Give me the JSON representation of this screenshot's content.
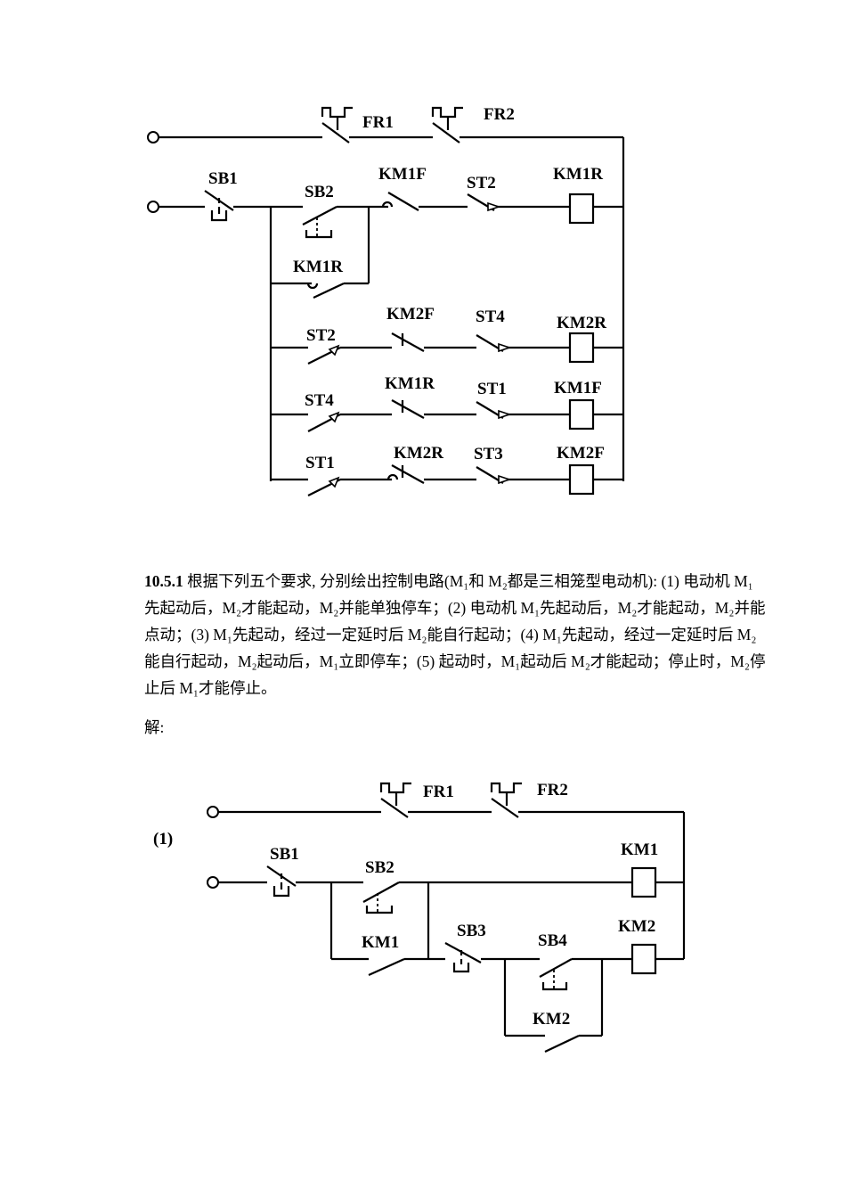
{
  "diagram1": {
    "labels": {
      "fr1": "FR1",
      "fr2": "FR2",
      "sb1": "SB1",
      "sb2": "SB2",
      "km1f_contact": "KM1F",
      "st2_contact": "ST2",
      "km1r_coil": "KM1R",
      "km1r_hold": "KM1R",
      "st2_row2": "ST2",
      "km2f_row2": "KM2F",
      "st4_row2": "ST4",
      "km2r_coil": "KM2R",
      "st4_row3": "ST4",
      "km1r_row3": "KM1R",
      "st1_row3": "ST1",
      "km1f_coil": "KM1F",
      "st1_row4": "ST1",
      "km2r_row4": "KM2R",
      "st3_row4": "ST3",
      "km2f_coil": "KM2F"
    }
  },
  "problem": {
    "number": "10.5.1",
    "text": "根据下列五个要求, 分别绘出控制电路(M₁和 M₂都是三相笼型电动机): (1) 电动机 M₁先起动后，M₂才能起动，M₂并能单独停车；(2) 电动机 M₁先起动后，M₂才能起动，M₂并能点动；(3) M₁先起动，经过一定延时后 M₂能自行起动；(4) M₁先起动，经过一定延时后 M₂能自行起动，M₂起动后，M₁立即停车；(5) 起动时，M₁起动后 M₂才能起动；停止时，M₂停止后 M₁才能停止。"
  },
  "answer_label": "解:",
  "diagram2": {
    "part_label": "(1)",
    "labels": {
      "fr1": "FR1",
      "fr2": "FR2",
      "sb1": "SB1",
      "sb2": "SB2",
      "km1_coil": "KM1",
      "km1_hold": "KM1",
      "sb3": "SB3",
      "sb4": "SB4",
      "km2_coil": "KM2",
      "km2_hold": "KM2"
    }
  }
}
